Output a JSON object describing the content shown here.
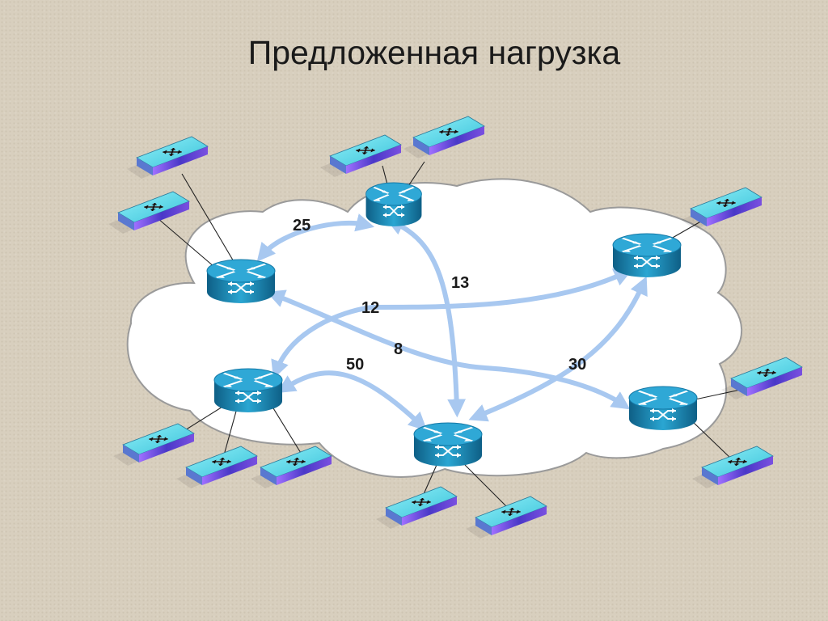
{
  "slide": {
    "title": "Предложенная нагрузка"
  },
  "diagram": {
    "nodes": [
      {
        "id": "router-top-left",
        "icon": "router-icon"
      },
      {
        "id": "router-top-center",
        "icon": "router-icon"
      },
      {
        "id": "router-top-right",
        "icon": "router-icon"
      },
      {
        "id": "router-middle-left",
        "icon": "router-icon"
      },
      {
        "id": "router-bottom-center",
        "icon": "router-icon"
      },
      {
        "id": "router-middle-right",
        "icon": "router-icon"
      }
    ],
    "flows": [
      {
        "from": "router-top-left",
        "to": "router-top-center",
        "label": "25"
      },
      {
        "from": "router-top-center",
        "to": "router-bottom-center",
        "label": "13"
      },
      {
        "from": "router-middle-left",
        "to": "router-top-right",
        "label": "12"
      },
      {
        "from": "router-top-left",
        "to": "router-middle-right",
        "label": "8"
      },
      {
        "from": "router-middle-left",
        "to": "router-bottom-center",
        "label": "50"
      },
      {
        "from": "router-bottom-center",
        "to": "router-top-right",
        "label": "30"
      }
    ],
    "colors": {
      "cloud_fill": "#ffffff",
      "cloud_stroke": "#9a9a9a",
      "flow_arrow": "#a8c8f0",
      "router_top": "#2a9ec8",
      "router_body": "#1e86b4",
      "switch_top": "#60d8e8",
      "switch_side": "#6848d8"
    },
    "icons": [
      "router-icon",
      "switch-icon",
      "arrows-icon"
    ]
  }
}
